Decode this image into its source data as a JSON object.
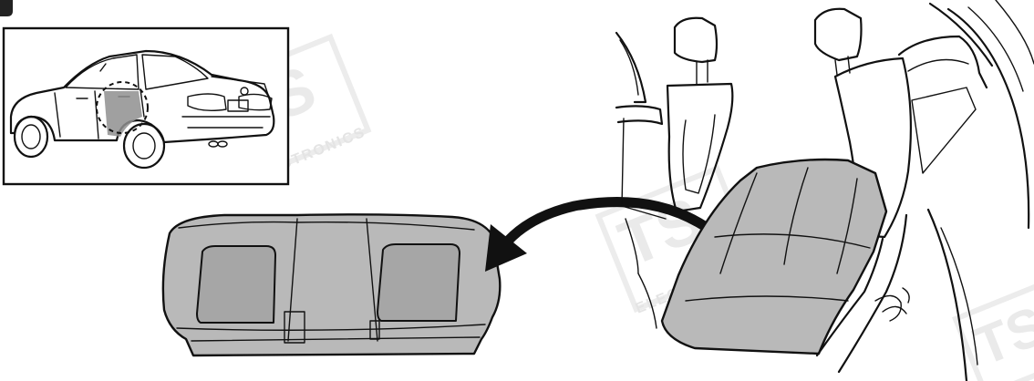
{
  "watermark": {
    "logo": "TS",
    "caption": "ELECTRONICS"
  },
  "colors": {
    "line": "#111111",
    "seat_fill": "#b9b9b9",
    "highlight_fill": "#a6a6a6",
    "watermark": "#e6e6e6",
    "background": "#ffffff"
  },
  "figure": {
    "inset": "rear-door-location-view",
    "removed_part": "rear-seat-cushion",
    "direction": "cushion-removed-from-vehicle"
  }
}
